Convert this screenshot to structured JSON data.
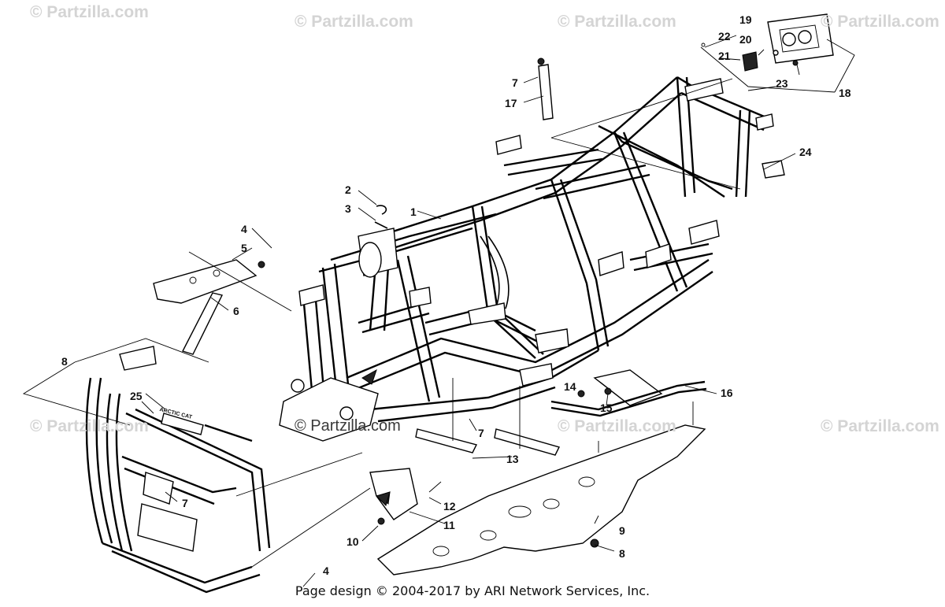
{
  "watermarks": {
    "w1": "© Partzilla.com",
    "w2": "© Partzilla.com",
    "w3": "© Partzilla.com",
    "w4": "© Partzilla.com",
    "w5": "© Partzilla.com",
    "w6": "© Partzilla.com",
    "w7": "© Partzilla.com",
    "w8": "© Partzilla.com"
  },
  "callouts": {
    "c1": "1",
    "c2": "2",
    "c3": "3",
    "c4a": "4",
    "c4b": "4",
    "c5": "5",
    "c6": "6",
    "c7a": "7",
    "c7b": "7",
    "c7c": "7",
    "c8a": "8",
    "c8b": "8",
    "c9": "9",
    "c10": "10",
    "c11": "11",
    "c12": "12",
    "c13": "13",
    "c14": "14",
    "c15": "15",
    "c16": "16",
    "c17": "17",
    "c18": "18",
    "c19": "19",
    "c20": "20",
    "c21": "21",
    "c22": "22",
    "c23": "23",
    "c24": "24",
    "c25": "25"
  },
  "decal_text": "ARCTIC CAT",
  "footer": "Page design © 2004-2017 by ARI Network Services, Inc."
}
